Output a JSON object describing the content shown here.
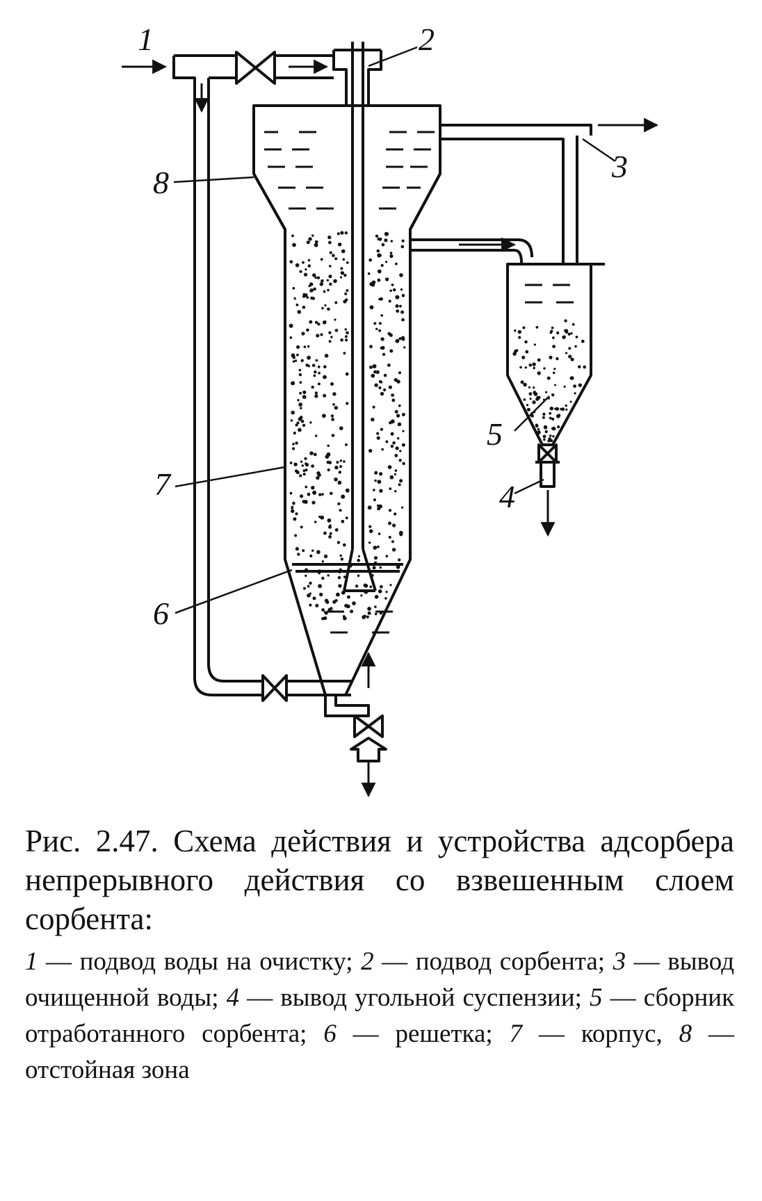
{
  "labels": {
    "l1": "1",
    "l2": "2",
    "l3": "3",
    "l4": "4",
    "l5": "5",
    "l6": "6",
    "l7": "7",
    "l8": "8"
  },
  "caption": {
    "title": "Рис. 2.47. Схема действия и устройства адсорбера непрерывного действия со взвешенным слоем сорбента:",
    "legend": [
      {
        "num": "1",
        "text": "подвод воды на очистку;"
      },
      {
        "num": "2",
        "text": "подвод сорбента;"
      },
      {
        "num": "3",
        "text": "вывод очищенной воды;"
      },
      {
        "num": "4",
        "text": "вывод угольной суспензии;"
      },
      {
        "num": "5",
        "text": "сборник отработанного сорбента;"
      },
      {
        "num": "6",
        "text": "решетка;"
      },
      {
        "num": "7",
        "text": "корпус,"
      },
      {
        "num": "8",
        "text": "отстойная зона"
      }
    ]
  },
  "colors": {
    "ink": "#111111",
    "paper": "#ffffff"
  }
}
